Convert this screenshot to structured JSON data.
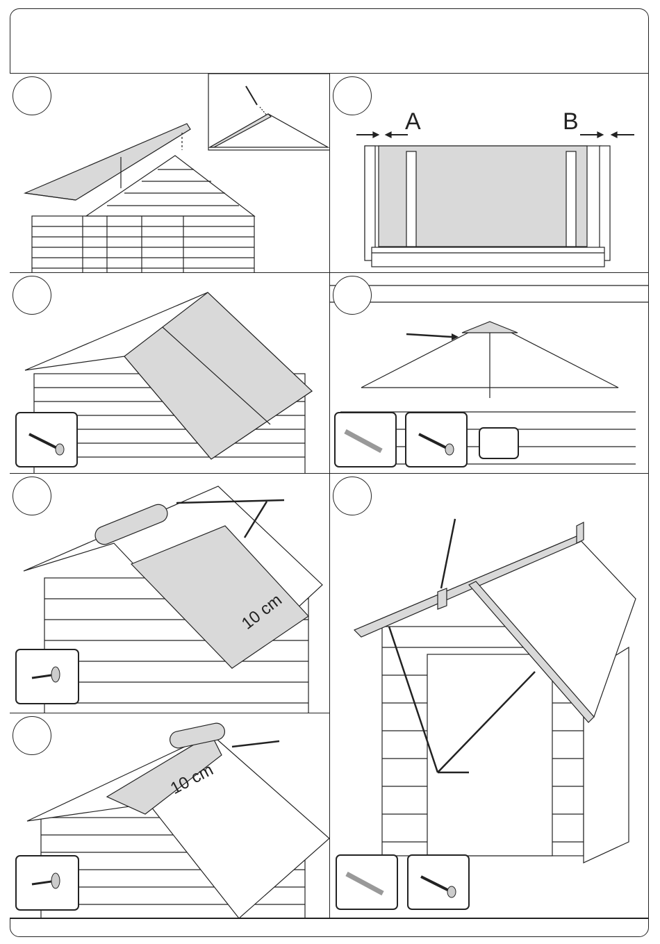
{
  "steps": {
    "s2": {
      "label_a": "A",
      "label_b": "B"
    },
    "s5": {
      "dimension": "10 cm"
    },
    "s6": {
      "dimension": "10 cm"
    }
  },
  "colors": {
    "line": "#222222",
    "fill": "#d9d9d9",
    "background": "#ffffff"
  },
  "icons": [
    "screw-icon",
    "drill-bit-icon",
    "roofing-nail-icon",
    "nail-box-icon"
  ]
}
